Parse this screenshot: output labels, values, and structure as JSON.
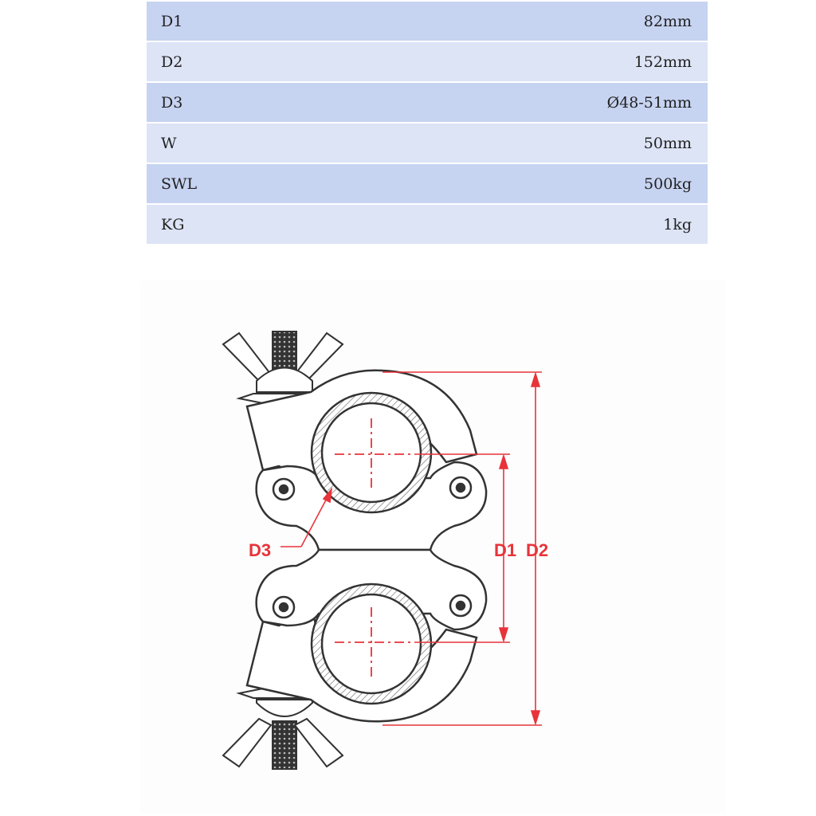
{
  "specs": [
    {
      "key": "D1",
      "value": "82mm"
    },
    {
      "key": "D2",
      "value": "152mm"
    },
    {
      "key": "D3",
      "value": "Ø48-51mm"
    },
    {
      "key": "W",
      "value": "50mm"
    },
    {
      "key": "SWL",
      "value": "500kg"
    },
    {
      "key": "KG",
      "value": "1kg"
    }
  ],
  "diagram": {
    "label_d1": "D1",
    "label_d2": "D2",
    "label_d3": "D3"
  },
  "colors": {
    "row_odd": "#c6d3f1",
    "row_even": "#dde4f6",
    "dimension": "#e8333a",
    "outline": "#333333"
  }
}
